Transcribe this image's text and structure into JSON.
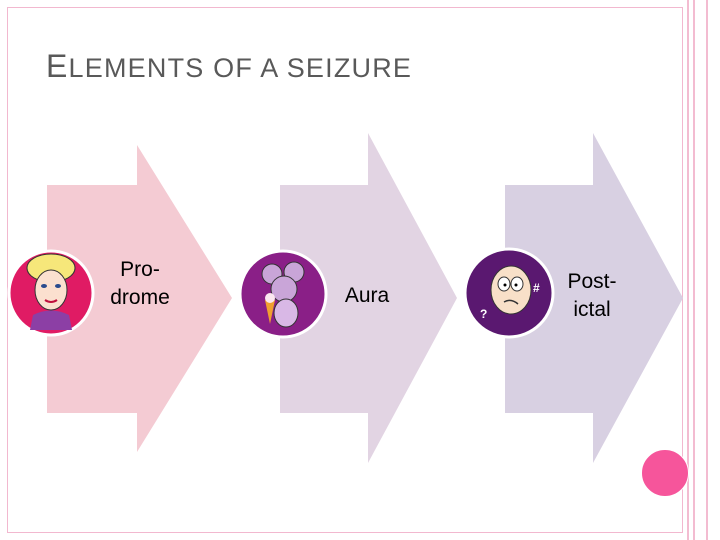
{
  "slide": {
    "title": "ELEMENTS OF A SEIZURE"
  },
  "process": {
    "steps": [
      {
        "label_lines": [
          "Pro-",
          "drome"
        ],
        "icon": "woman-portrait-icon",
        "color": "#f4cbd3",
        "ring_color": "#e01b64"
      },
      {
        "label_lines": [
          "Aura"
        ],
        "icon": "mouse-with-ice-cream-icon",
        "color": "#e2d4e3",
        "ring_color": "#8a1f87"
      },
      {
        "label_lines": [
          "Post-",
          "ictal"
        ],
        "icon": "confused-man-icon",
        "color": "#d8d0e2",
        "ring_color": "#5a1870"
      }
    ]
  },
  "decor": {
    "frame_color": "#f2b8cf",
    "accent_dot_color": "#f6559b"
  }
}
